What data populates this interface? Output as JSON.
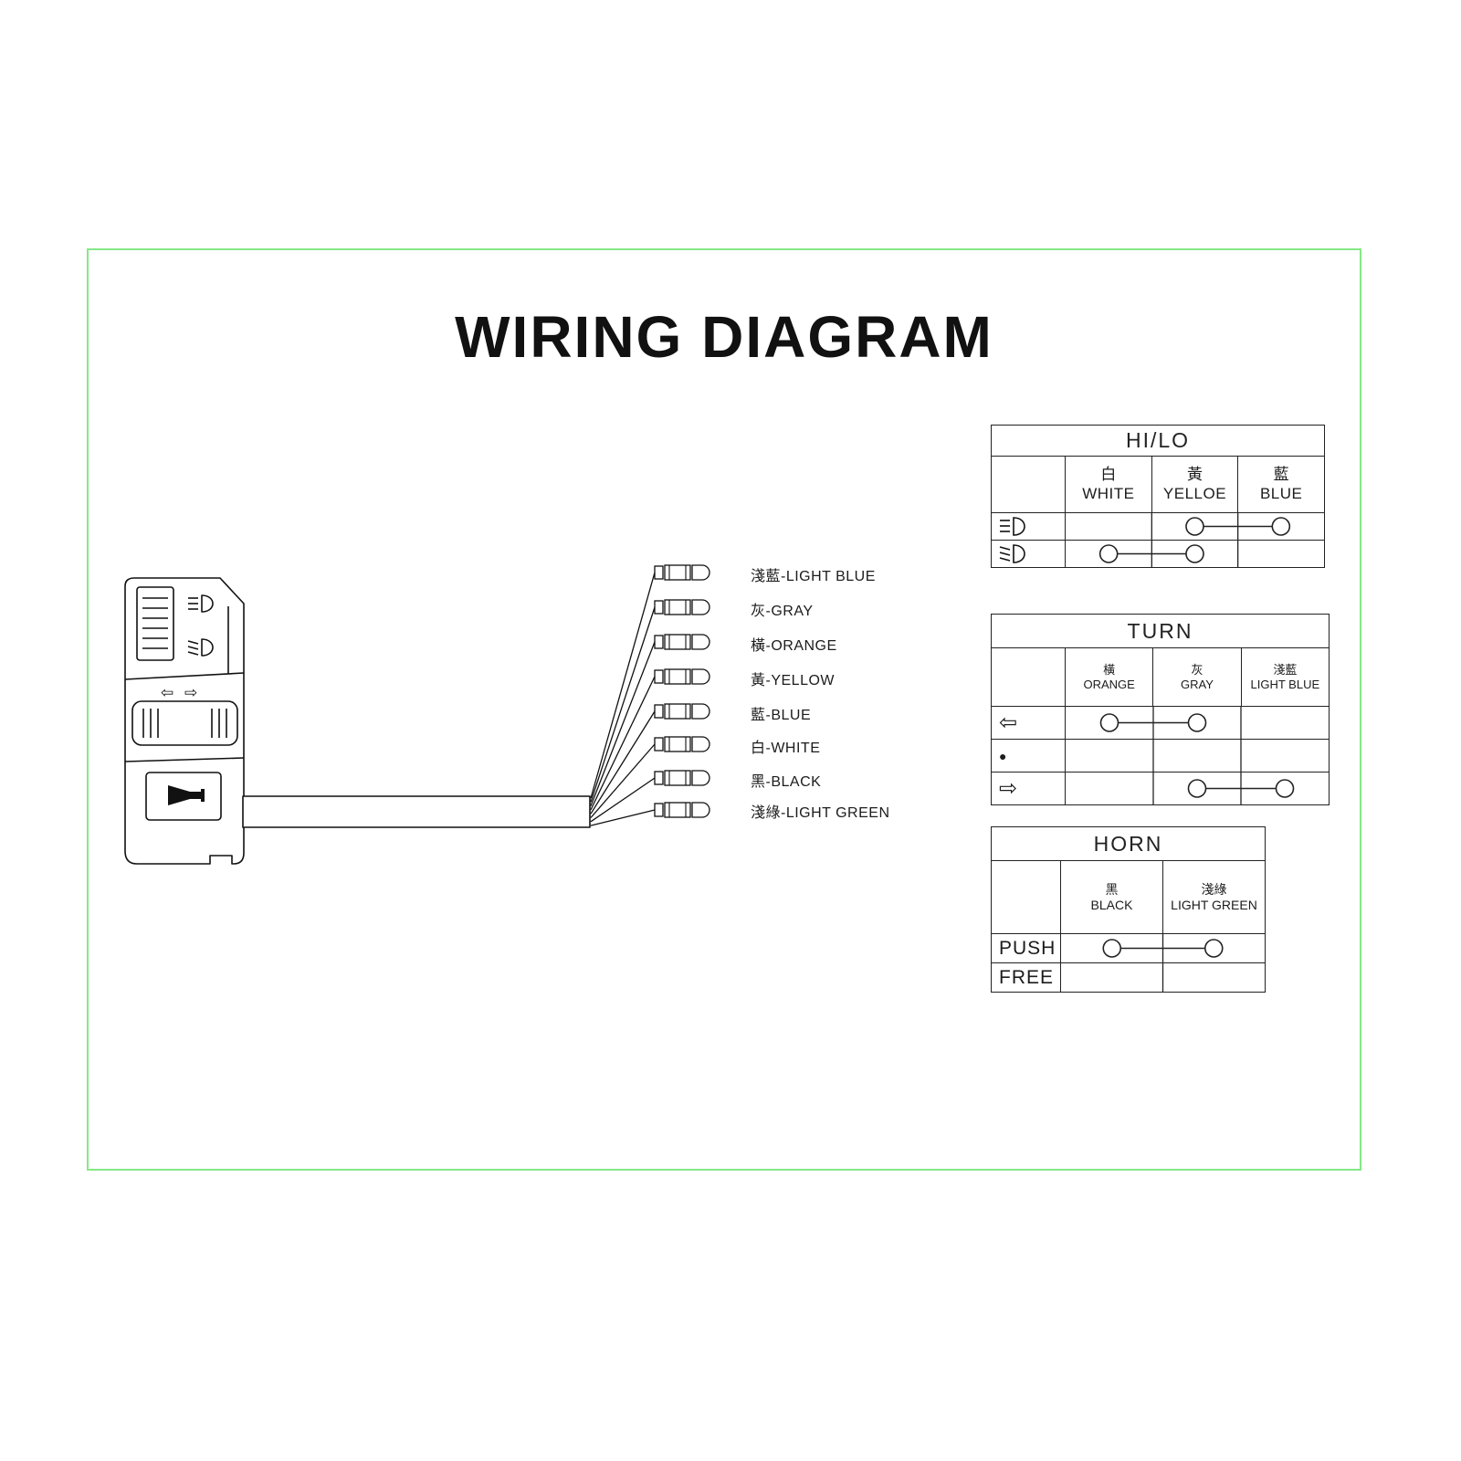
{
  "title": "WIRING DIAGRAM",
  "colors": {
    "frame_border": "#86e886",
    "line_art": "#111111"
  },
  "wires": [
    "淺藍-LIGHT BLUE",
    "灰-GRAY",
    "橫-ORANGE",
    "黃-YELLOW",
    "藍-BLUE",
    "白-WHITE",
    "黑-BLACK",
    "淺綠-LIGHT GREEN"
  ],
  "switch_panel": {
    "icons": [
      "high-beam-icon",
      "low-beam-icon",
      "left-turn-arrow-icon",
      "right-turn-arrow-icon",
      "horn-icon"
    ]
  },
  "tables": {
    "hilo": {
      "title": "HI/LO",
      "columns": [
        {
          "cn": "白",
          "en": "WHITE"
        },
        {
          "cn": "黃",
          "en": "YELLOE"
        },
        {
          "cn": "藍",
          "en": "BLUE"
        }
      ],
      "rows": [
        {
          "icon": "high-beam-icon",
          "connect": [
            1,
            2
          ]
        },
        {
          "icon": "low-beam-icon",
          "connect": [
            0,
            1
          ]
        }
      ]
    },
    "turn": {
      "title": "TURN",
      "columns": [
        {
          "cn": "橫",
          "en": "ORANGE"
        },
        {
          "cn": "灰",
          "en": "GRAY"
        },
        {
          "cn": "淺藍",
          "en": "LIGHT BLUE"
        }
      ],
      "rows": [
        {
          "icon": "left-arrow-icon",
          "connect": [
            0,
            1
          ]
        },
        {
          "icon": "dot-icon",
          "connect": []
        },
        {
          "icon": "right-arrow-icon",
          "connect": [
            1,
            2
          ]
        }
      ]
    },
    "horn": {
      "title": "HORN",
      "columns": [
        {
          "cn": "黑",
          "en": "BLACK"
        },
        {
          "cn": "淺綠",
          "en": "LIGHT GREEN"
        }
      ],
      "rows": [
        {
          "label": "PUSH",
          "connect": [
            0,
            1
          ]
        },
        {
          "label": "FREE",
          "connect": []
        }
      ]
    }
  }
}
